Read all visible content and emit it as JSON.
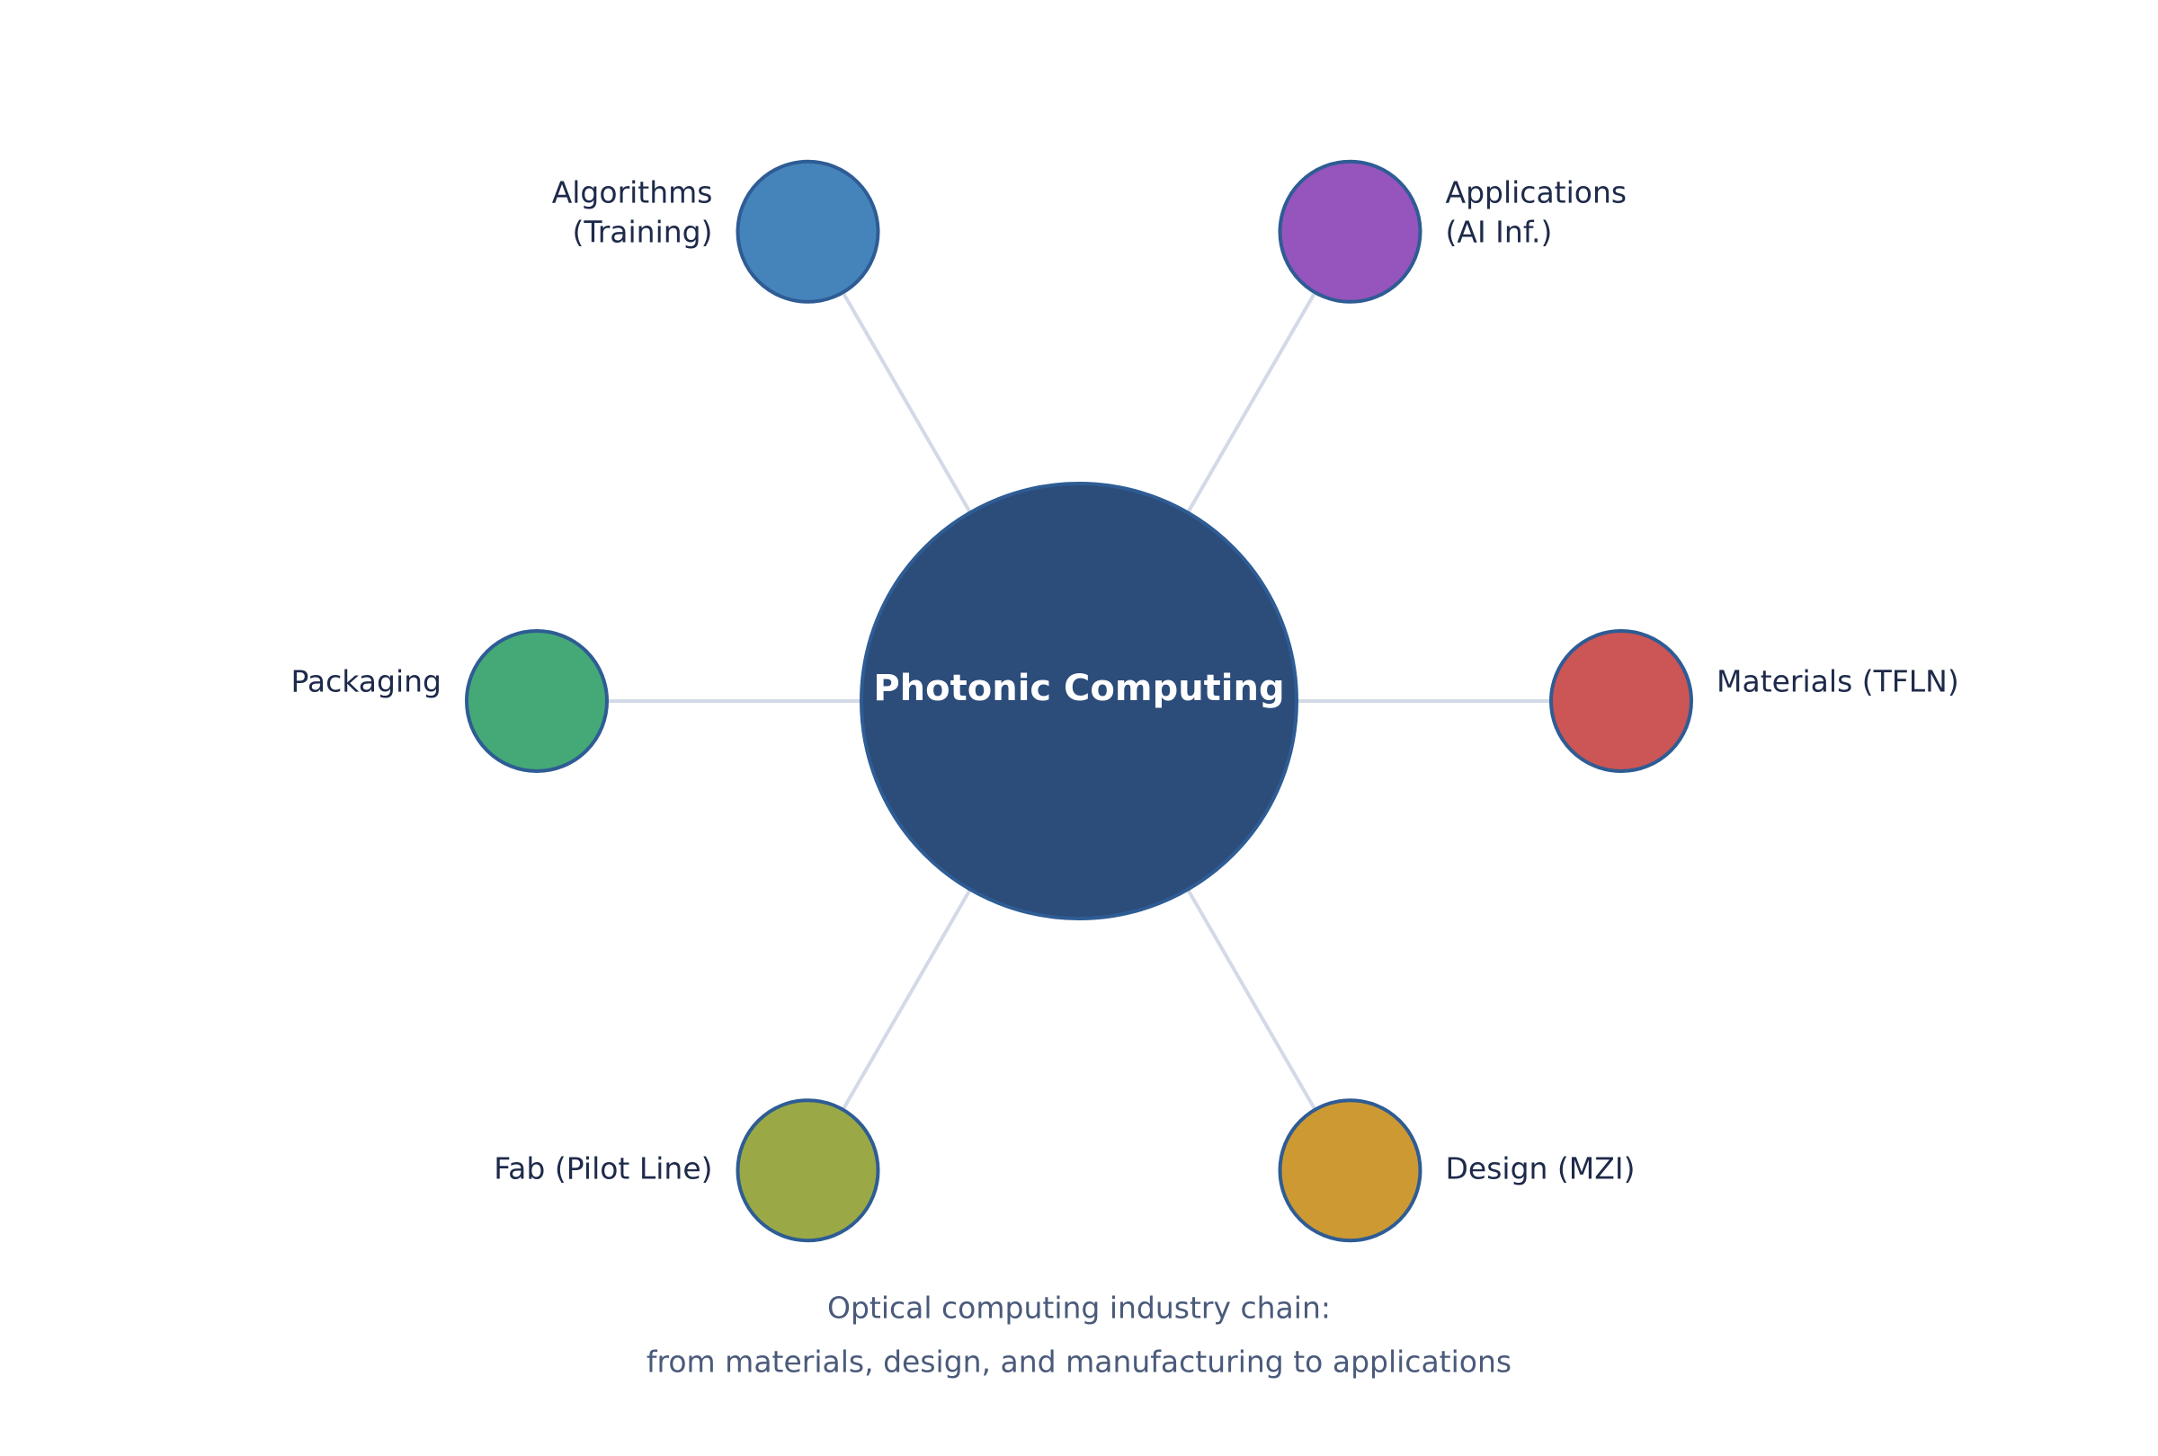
{
  "hub": {
    "label": "Photonic Computing",
    "color": "#2c4c7a"
  },
  "nodes": [
    {
      "id": "materials",
      "label_lines": [
        "Materials (TFLN)"
      ],
      "color": "#cc5555"
    },
    {
      "id": "applications",
      "label_lines": [
        "Applications",
        "(AI Inf.)"
      ],
      "color": "#9654bd"
    },
    {
      "id": "algorithms",
      "label_lines": [
        "Algorithms",
        "(Training)"
      ],
      "color": "#4584ba"
    },
    {
      "id": "packaging",
      "label_lines": [
        "Packaging"
      ],
      "color": "#45a977"
    },
    {
      "id": "fab",
      "label_lines": [
        "Fab (Pilot Line)"
      ],
      "color": "#9aa945"
    },
    {
      "id": "design",
      "label_lines": [
        "Design (MZI)"
      ],
      "color": "#cc9933"
    }
  ],
  "caption": {
    "line1": "Optical computing industry chain:",
    "line2": "from materials, design, and manufacturing to applications"
  },
  "colors": {
    "spoke": "#d3d9e6",
    "node_stroke": "#2e5c94",
    "label_text": "#1e2a4a",
    "caption_text": "#4a5a7a"
  }
}
